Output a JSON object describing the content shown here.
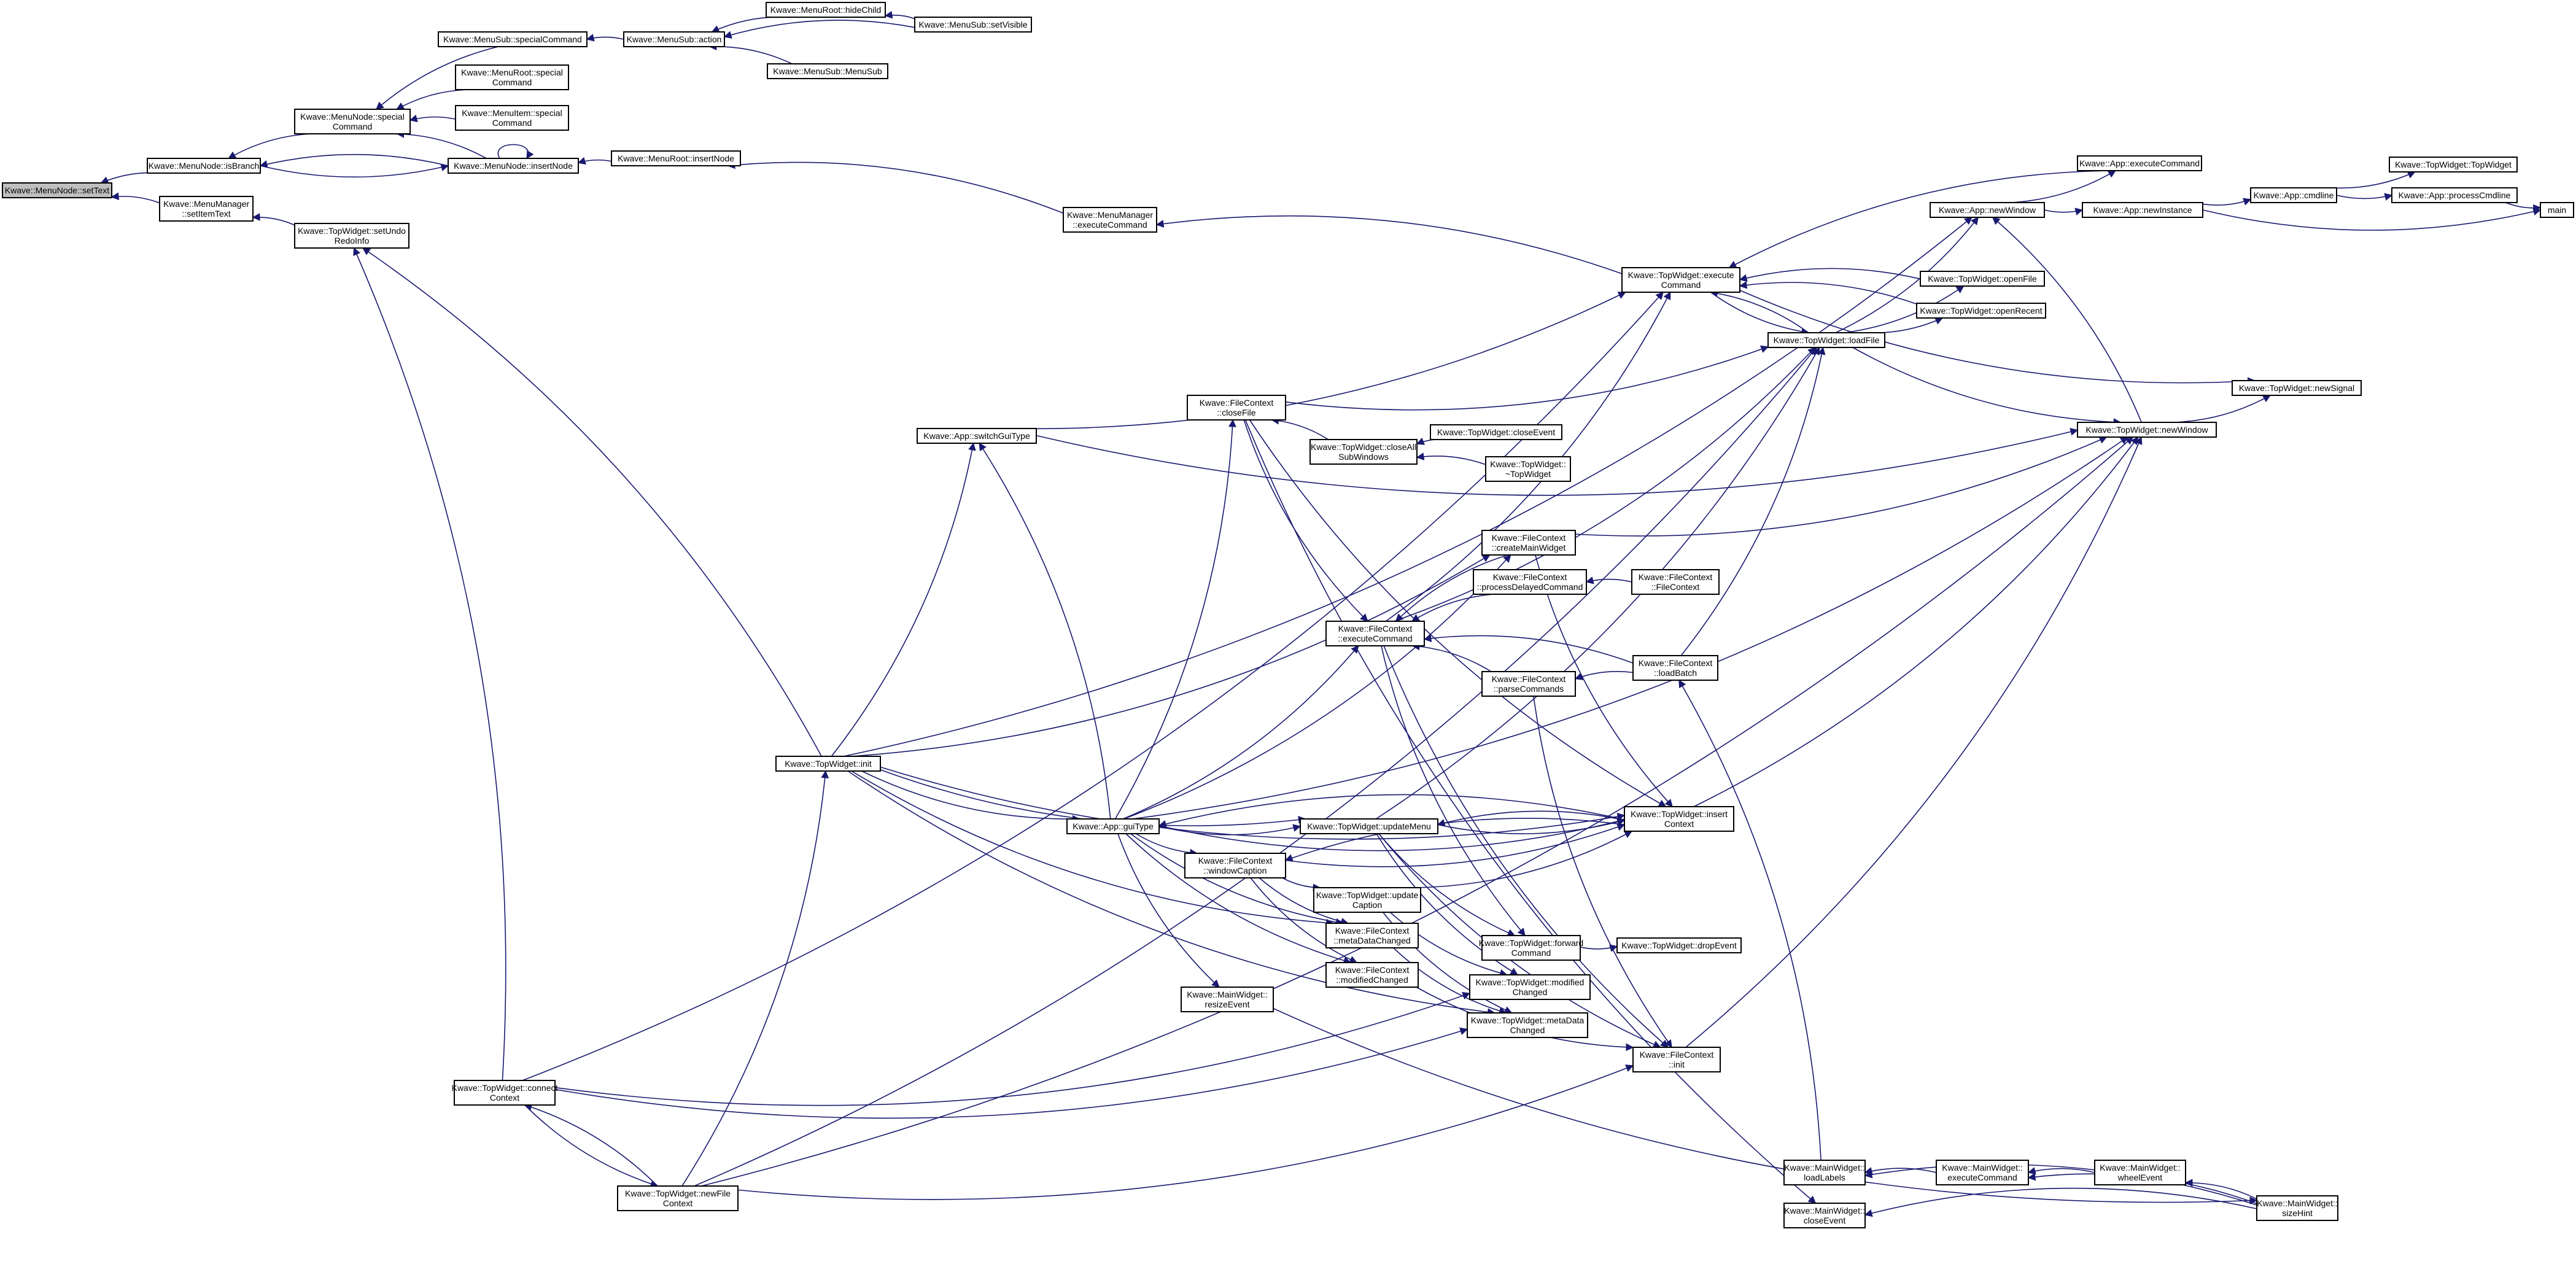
{
  "graph": {
    "nodes": [
      {
        "id": "root",
        "label": [
          "Kwave::MenuNode::setText"
        ],
        "root": true
      },
      {
        "id": "isBranch",
        "label": [
          "Kwave::MenuNode::isBranch"
        ]
      },
      {
        "id": "setItemText",
        "label": [
          "Kwave::MenuManager",
          "::setItemText"
        ]
      },
      {
        "id": "specialCommand",
        "label": [
          "Kwave::MenuNode::special",
          "Command"
        ]
      },
      {
        "id": "insertNode",
        "label": [
          "Kwave::MenuNode::insertNode"
        ]
      },
      {
        "id": "subSpecial",
        "label": [
          "Kwave::MenuSub::specialCommand"
        ]
      },
      {
        "id": "rootSpecial",
        "label": [
          "Kwave::MenuRoot::special",
          "Command"
        ]
      },
      {
        "id": "itemSpecial",
        "label": [
          "Kwave::MenuItem::special",
          "Command"
        ]
      },
      {
        "id": "subAction",
        "label": [
          "Kwave::MenuSub::action"
        ]
      },
      {
        "id": "hideChild",
        "label": [
          "Kwave::MenuRoot::hideChild"
        ]
      },
      {
        "id": "setVisible",
        "label": [
          "Kwave::MenuSub::setVisible"
        ]
      },
      {
        "id": "menuSub",
        "label": [
          "Kwave::MenuSub::MenuSub"
        ]
      },
      {
        "id": "rootInsertNode",
        "label": [
          "Kwave::MenuRoot::insertNode"
        ]
      },
      {
        "id": "mmExec",
        "label": [
          "Kwave::MenuManager",
          "::executeCommand"
        ]
      },
      {
        "id": "setUndoRedo",
        "label": [
          "Kwave::TopWidget::setUndo",
          "RedoInfo"
        ]
      },
      {
        "id": "twInit",
        "label": [
          "Kwave::TopWidget::init"
        ]
      },
      {
        "id": "connectContext",
        "label": [
          "Kwave::TopWidget::connect",
          "Context"
        ]
      },
      {
        "id": "newFileContext",
        "label": [
          "Kwave::TopWidget::newFile",
          "Context"
        ]
      },
      {
        "id": "switchGui",
        "label": [
          "Kwave::App::switchGuiType"
        ]
      },
      {
        "id": "guiType",
        "label": [
          "Kwave::App::guiType"
        ]
      },
      {
        "id": "fcClose",
        "label": [
          "Kwave::FileContext",
          "::closeFile"
        ]
      },
      {
        "id": "closeAll",
        "label": [
          "Kwave::TopWidget::closeAll",
          "SubWindows"
        ]
      },
      {
        "id": "closeEvent",
        "label": [
          "Kwave::TopWidget::closeEvent"
        ]
      },
      {
        "id": "dtor",
        "label": [
          "Kwave::TopWidget::",
          "~TopWidget"
        ]
      },
      {
        "id": "createMain",
        "label": [
          "Kwave::FileContext",
          "::createMainWidget"
        ]
      },
      {
        "id": "procDelayed",
        "label": [
          "Kwave::FileContext",
          "::processDelayedCommand"
        ]
      },
      {
        "id": "fcCtor",
        "label": [
          "Kwave::FileContext",
          "::FileContext"
        ]
      },
      {
        "id": "fcExec",
        "label": [
          "Kwave::FileContext",
          "::executeCommand"
        ]
      },
      {
        "id": "parseCmds",
        "label": [
          "Kwave::FileContext",
          "::parseCommands"
        ]
      },
      {
        "id": "loadBatch",
        "label": [
          "Kwave::FileContext",
          "::loadBatch"
        ]
      },
      {
        "id": "updateMenu",
        "label": [
          "Kwave::TopWidget::updateMenu"
        ]
      },
      {
        "id": "insertContext",
        "label": [
          "Kwave::TopWidget::insert",
          "Context"
        ]
      },
      {
        "id": "windowCaption",
        "label": [
          "Kwave::FileContext",
          "::windowCaption"
        ]
      },
      {
        "id": "updateCaption",
        "label": [
          "Kwave::TopWidget::update",
          "Caption"
        ]
      },
      {
        "id": "fcMetaData",
        "label": [
          "Kwave::FileContext",
          "::metaDataChanged"
        ]
      },
      {
        "id": "fcModified",
        "label": [
          "Kwave::FileContext",
          "::modifiedChanged"
        ]
      },
      {
        "id": "resizeEvent",
        "label": [
          "Kwave::MainWidget::",
          "resizeEvent"
        ]
      },
      {
        "id": "forwardCmd",
        "label": [
          "Kwave::TopWidget::forward",
          "Command"
        ]
      },
      {
        "id": "dropEvent",
        "label": [
          "Kwave::TopWidget::dropEvent"
        ]
      },
      {
        "id": "twModified",
        "label": [
          "Kwave::TopWidget::modified",
          "Changed"
        ]
      },
      {
        "id": "twMetaData",
        "label": [
          "Kwave::TopWidget::metaData",
          "Changed"
        ]
      },
      {
        "id": "fcInit",
        "label": [
          "Kwave::FileContext",
          "::init"
        ]
      },
      {
        "id": "twExec",
        "label": [
          "Kwave::TopWidget::execute",
          "Command"
        ]
      },
      {
        "id": "loadFile",
        "label": [
          "Kwave::TopWidget::loadFile"
        ]
      },
      {
        "id": "openFile",
        "label": [
          "Kwave::TopWidget::openFile"
        ]
      },
      {
        "id": "openRecent",
        "label": [
          "Kwave::TopWidget::openRecent"
        ]
      },
      {
        "id": "newWindow",
        "label": [
          "Kwave::App::newWindow"
        ]
      },
      {
        "id": "appExec",
        "label": [
          "Kwave::App::executeCommand"
        ]
      },
      {
        "id": "newInstance",
        "label": [
          "Kwave::App::newInstance"
        ]
      },
      {
        "id": "cmdline",
        "label": [
          "Kwave::App::cmdline"
        ]
      },
      {
        "id": "twCtor",
        "label": [
          "Kwave::TopWidget::TopWidget"
        ]
      },
      {
        "id": "processCmdline",
        "label": [
          "Kwave::App::processCmdline"
        ]
      },
      {
        "id": "main",
        "label": [
          "main"
        ]
      },
      {
        "id": "newSignal",
        "label": [
          "Kwave::TopWidget::newSignal"
        ]
      },
      {
        "id": "twNewWindow",
        "label": [
          "Kwave::TopWidget::newWindow"
        ]
      },
      {
        "id": "loadLabels",
        "label": [
          "Kwave::MainWidget::",
          "loadLabels"
        ]
      },
      {
        "id": "mwExec",
        "label": [
          "Kwave::MainWidget::",
          "executeCommand"
        ]
      },
      {
        "id": "wheelEvent",
        "label": [
          "Kwave::MainWidget::",
          "wheelEvent"
        ]
      },
      {
        "id": "sizeHint",
        "label": [
          "Kwave::MainWidget::",
          "sizeHint"
        ]
      },
      {
        "id": "mwClose",
        "label": [
          "Kwave::MainWidget::",
          "closeEvent"
        ]
      }
    ],
    "edges": [
      [
        "isBranch",
        "root"
      ],
      [
        "setItemText",
        "root"
      ],
      [
        "specialCommand",
        "isBranch"
      ],
      [
        "insertNode",
        "isBranch"
      ],
      [
        "isBranch",
        "insertNode"
      ],
      [
        "insertNode",
        "specialCommand"
      ],
      [
        "insertNode",
        "insertNode"
      ],
      [
        "subSpecial",
        "specialCommand"
      ],
      [
        "rootSpecial",
        "specialCommand"
      ],
      [
        "itemSpecial",
        "specialCommand"
      ],
      [
        "subAction",
        "subSpecial"
      ],
      [
        "hideChild",
        "subAction"
      ],
      [
        "setVisible",
        "subAction"
      ],
      [
        "menuSub",
        "subAction"
      ],
      [
        "setVisible",
        "hideChild"
      ],
      [
        "rootInsertNode",
        "insertNode"
      ],
      [
        "mmExec",
        "rootInsertNode"
      ],
      [
        "setUndoRedo",
        "setItemText"
      ],
      [
        "twInit",
        "setUndoRedo"
      ],
      [
        "connectContext",
        "setUndoRedo"
      ],
      [
        "twExec",
        "mmExec"
      ],
      [
        "twInit",
        "newWindow"
      ],
      [
        "twInit",
        "guiType"
      ],
      [
        "twInit",
        "switchGui"
      ],
      [
        "twInit",
        "createMain"
      ],
      [
        "twInit",
        "updateMenu"
      ],
      [
        "twInit",
        "fcMetaData"
      ],
      [
        "twInit",
        "twMetaData"
      ],
      [
        "twInit",
        "insertContext"
      ],
      [
        "connectContext",
        "twExec"
      ],
      [
        "connectContext",
        "twModified"
      ],
      [
        "connectContext",
        "twMetaData"
      ],
      [
        "connectContext",
        "newFileContext"
      ],
      [
        "newFileContext",
        "twInit"
      ],
      [
        "newFileContext",
        "connectContext"
      ],
      [
        "newFileContext",
        "loadFile"
      ],
      [
        "newFileContext",
        "fcInit"
      ],
      [
        "newFileContext",
        "twNewWindow"
      ],
      [
        "switchGui",
        "twExec"
      ],
      [
        "switchGui",
        "twNewWindow"
      ],
      [
        "guiType",
        "switchGui"
      ],
      [
        "guiType",
        "fcClose"
      ],
      [
        "guiType",
        "createMain"
      ],
      [
        "guiType",
        "windowCaption"
      ],
      [
        "guiType",
        "updateMenu"
      ],
      [
        "guiType",
        "insertContext"
      ],
      [
        "guiType",
        "fcMetaData"
      ],
      [
        "guiType",
        "fcModified"
      ],
      [
        "guiType",
        "resizeEvent"
      ],
      [
        "guiType",
        "twNewWindow"
      ],
      [
        "guiType",
        "fcExec"
      ],
      [
        "closeAll",
        "fcClose"
      ],
      [
        "closeEvent",
        "closeAll"
      ],
      [
        "dtor",
        "closeAll"
      ],
      [
        "fcClose",
        "loadFile"
      ],
      [
        "fcClose",
        "insertContext"
      ],
      [
        "fcClose",
        "fcExec"
      ],
      [
        "fcClose",
        "mwClose"
      ],
      [
        "createMain",
        "fcExec"
      ],
      [
        "createMain",
        "twNewWindow"
      ],
      [
        "createMain",
        "insertContext"
      ],
      [
        "procDelayed",
        "fcExec"
      ],
      [
        "fcCtor",
        "procDelayed"
      ],
      [
        "parseCmds",
        "fcExec"
      ],
      [
        "loadBatch",
        "fcExec"
      ],
      [
        "loadBatch",
        "parseCmds"
      ],
      [
        "loadBatch",
        "loadFile"
      ],
      [
        "fcExec",
        "loadFile"
      ],
      [
        "fcExec",
        "forwardCmd"
      ],
      [
        "fcExec",
        "fcInit"
      ],
      [
        "fcExec",
        "twExec"
      ],
      [
        "parseCmds",
        "fcInit"
      ],
      [
        "loadLabels",
        "loadBatch"
      ],
      [
        "updateMenu",
        "insertContext"
      ],
      [
        "updateMenu",
        "fcInit"
      ],
      [
        "updateMenu",
        "forwardCmd"
      ],
      [
        "updateMenu",
        "twModified"
      ],
      [
        "updateMenu",
        "loadFile"
      ],
      [
        "windowCaption",
        "updateCaption"
      ],
      [
        "windowCaption",
        "fcMetaData"
      ],
      [
        "windowCaption",
        "fcModified"
      ],
      [
        "windowCaption",
        "insertContext"
      ],
      [
        "updateCaption",
        "insertContext"
      ],
      [
        "updateCaption",
        "twModified"
      ],
      [
        "updateCaption",
        "twMetaData"
      ],
      [
        "fcMetaData",
        "twMetaData"
      ],
      [
        "fcModified",
        "fcInit"
      ],
      [
        "resizeEvent",
        "sizeHint"
      ],
      [
        "forwardCmd",
        "dropEvent"
      ],
      [
        "twExec",
        "loadFile"
      ],
      [
        "loadFile",
        "twExec"
      ],
      [
        "loadFile",
        "openFile"
      ],
      [
        "loadFile",
        "openRecent"
      ],
      [
        "loadFile",
        "newWindow"
      ],
      [
        "loadFile",
        "twNewWindow"
      ],
      [
        "openFile",
        "twExec"
      ],
      [
        "openRecent",
        "twExec"
      ],
      [
        "newWindow",
        "appExec"
      ],
      [
        "newWindow",
        "newInstance"
      ],
      [
        "newInstance",
        "cmdline"
      ],
      [
        "newInstance",
        "main"
      ],
      [
        "cmdline",
        "twCtor"
      ],
      [
        "cmdline",
        "processCmdline"
      ],
      [
        "processCmdline",
        "main"
      ],
      [
        "twExec",
        "newSignal"
      ],
      [
        "twNewWindow",
        "newSignal"
      ],
      [
        "twNewWindow",
        "newWindow"
      ],
      [
        "insertContext",
        "twNewWindow"
      ],
      [
        "fcInit",
        "twNewWindow"
      ],
      [
        "insertContext",
        "guiType"
      ],
      [
        "insertContext",
        "updateMenu"
      ],
      [
        "insertContext",
        "windowCaption"
      ],
      [
        "mwExec",
        "loadLabels"
      ],
      [
        "wheelEvent",
        "mwExec"
      ],
      [
        "sizeHint",
        "loadLabels"
      ],
      [
        "sizeHint",
        "mwExec"
      ],
      [
        "sizeHint",
        "wheelEvent"
      ],
      [
        "sizeHint",
        "mwClose"
      ],
      [
        "appExec",
        "twExec"
      ]
    ]
  }
}
